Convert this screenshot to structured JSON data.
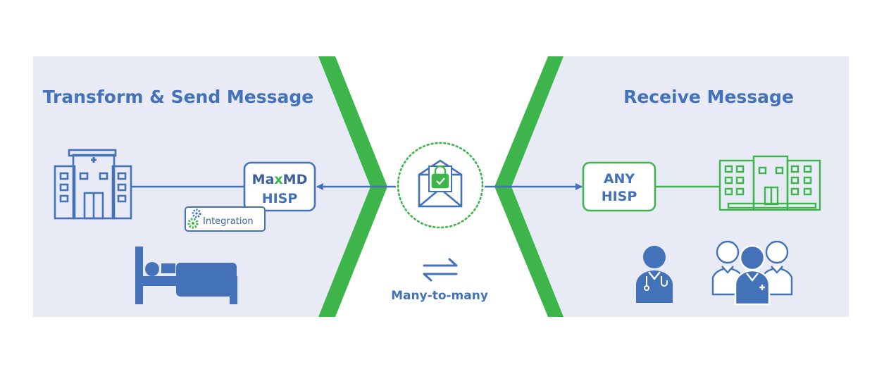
{
  "left_panel": {
    "title": "Transform & Send Message"
  },
  "right_panel": {
    "title": "Receive Message"
  },
  "maxmd_box": {
    "logo_max": "Ma",
    "logo_x": "x",
    "logo_md": "MD",
    "label": "HISP"
  },
  "integration_badge": {
    "label": "Integration"
  },
  "any_hisp_box": {
    "line1": "ANY",
    "line2": "HISP"
  },
  "center": {
    "caption": "Many-to-many"
  },
  "colors": {
    "blue": "#4472b8",
    "green": "#3db54a",
    "panel_bg": "#e8ebf6",
    "dotted_ring": "#3db54a"
  },
  "icons": [
    "hospital-icon",
    "patient-bed-icon",
    "secure-envelope-icon",
    "exchange-arrows-icon",
    "clinic-building-icon",
    "doctor-icon",
    "care-team-icon",
    "gear-icon"
  ]
}
